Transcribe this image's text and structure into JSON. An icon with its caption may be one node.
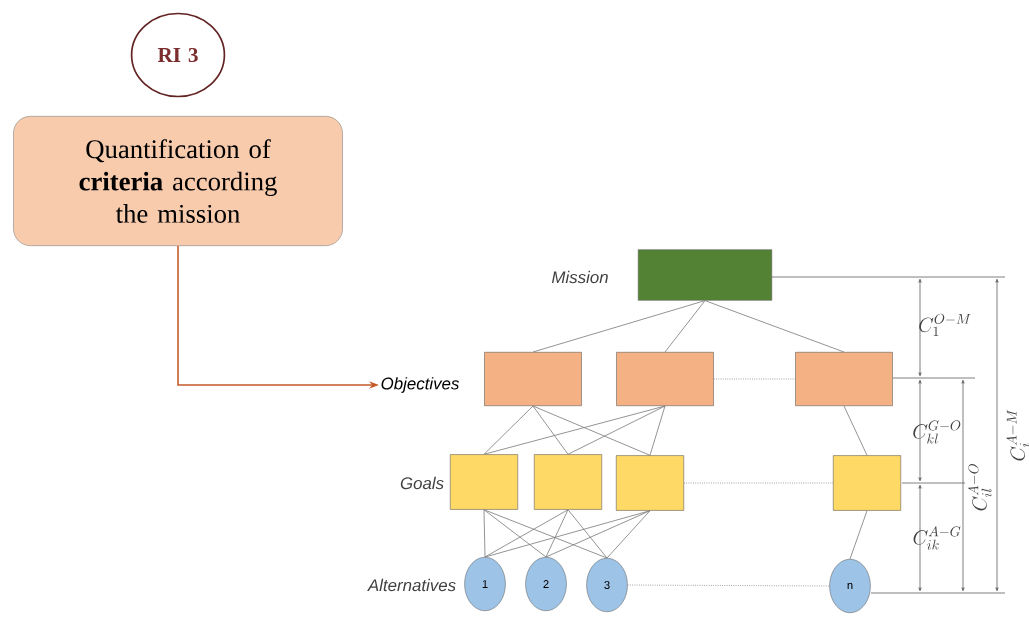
{
  "diagram": {
    "nodes": [
      {
        "text": [
          "RI 3"
        ]
      },
      {
        "text": [
          "Quantification of **criteria** according the mission"
        ]
      },
      {
        "text": [
          "Objectives"
        ]
      },
      {
        "text": [],
        "shape": "box"
      },
      {
        "text": [],
        "shape": "box"
      },
      {
        "text": [],
        "shape": "box"
      },
      {
        "text": [],
        "shape": "box"
      },
      {
        "text": [],
        "shape": "box"
      },
      {
        "text": [],
        "shape": "box"
      },
      {
        "text": [],
        "shape": "box"
      },
      {
        "text": [],
        "shape": "box"
      },
      {
        "text": [
          "1"
        ]
      },
      {
        "text": [
          "2"
        ]
      },
      {
        "text": [
          "3"
        ]
      },
      {
        "text": [
          "n"
        ]
      }
    ],
    "edges": [
      {
        "from": 1,
        "to": 2,
        "arrow": "to",
        "color": "#c55a28"
      },
      {
        "from": 3,
        "to": 4,
        "arrow": "none"
      },
      {
        "from": 3,
        "to": 5,
        "arrow": "none"
      },
      {
        "from": 3,
        "to": 6,
        "arrow": "none"
      },
      {
        "from": 5,
        "to": 6,
        "arrow": "none",
        "style": "dashed"
      },
      {
        "from": 4,
        "to": 7,
        "arrow": "none"
      },
      {
        "from": 4,
        "to": 8,
        "arrow": "none"
      },
      {
        "from": 4,
        "to": 9,
        "arrow": "none"
      },
      {
        "from": 5,
        "to": 7,
        "arrow": "none"
      },
      {
        "from": 5,
        "to": 8,
        "arrow": "none"
      },
      {
        "from": 5,
        "to": 9,
        "arrow": "none"
      },
      {
        "from": 6,
        "to": 10,
        "arrow": "none"
      },
      {
        "from": 9,
        "to": 10,
        "arrow": "none",
        "style": "dashed"
      },
      {
        "from": 7,
        "to": 11,
        "arrow": "none"
      },
      {
        "from": 7,
        "to": 12,
        "arrow": "none"
      },
      {
        "from": 7,
        "to": 13,
        "arrow": "none"
      },
      {
        "from": 8,
        "to": 11,
        "arrow": "none"
      },
      {
        "from": 8,
        "to": 12,
        "arrow": "none"
      },
      {
        "from": 8,
        "to": 13,
        "arrow": "none"
      },
      {
        "from": 9,
        "to": 11,
        "arrow": "none"
      },
      {
        "from": 9,
        "to": 12,
        "arrow": "none"
      },
      {
        "from": 9,
        "to": 13,
        "arrow": "none"
      },
      {
        "from": 10,
        "to": 14,
        "arrow": "none"
      },
      {
        "from": 13,
        "to": 14,
        "arrow": "none",
        "style": "dashed"
      }
    ],
    "labels": [
      "Mission",
      "C_1^{O-M}",
      "C_{kl}^{G-O}",
      "Goals",
      "C_{il}^{A-O}",
      "C_i^{A-M}",
      "C_{ik}^{A-G}",
      "Alternatives"
    ]
  }
}
